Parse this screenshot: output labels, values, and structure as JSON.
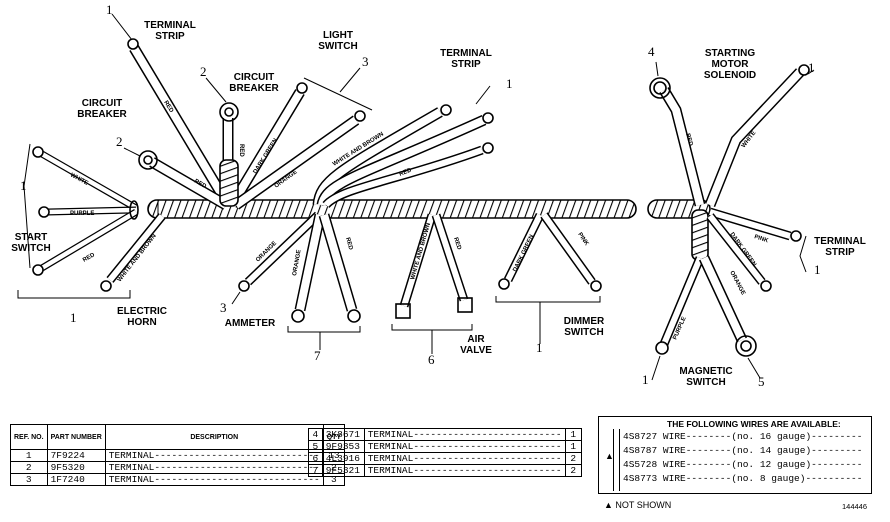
{
  "labels": {
    "terminal_strip_top_left": "TERMINAL\nSTRIP",
    "circuit_breaker_upper": "CIRCUIT\nBREAKER",
    "circuit_breaker_left": "CIRCUIT\nBREAKER",
    "light_switch": "LIGHT\nSWITCH",
    "terminal_strip_top_center": "TERMINAL\nSTRIP",
    "start_switch": "START\nSWITCH",
    "electric_horn": "ELECTRIC\nHORN",
    "ammeter": "AMMETER",
    "air_valve": "AIR\nVALVE",
    "dimmer_switch": "DIMMER\nSWITCH",
    "starting_motor_solenoid": "STARTING\nMOTOR\nSOLENOID",
    "terminal_strip_right": "TERMINAL\nSTRIP",
    "magnetic_switch": "MAGNETIC\nSWITCH"
  },
  "wire_colors": {
    "red": "RED",
    "white": "WHITE",
    "purple": "PURPLE",
    "white_and_brown": "WHITE AND BROWN",
    "dark_green": "DARK GREEN",
    "orange": "ORANGE",
    "pink": "PINK"
  },
  "ref_numbers": [
    "1",
    "2",
    "3",
    "4",
    "5",
    "6",
    "7"
  ],
  "parts_table_1": {
    "headers": [
      "REF. NO.",
      "PART NUMBER",
      "DESCRIPTION",
      "QTY"
    ],
    "rows": [
      {
        "ref": "1",
        "part": "7F9224",
        "desc": "TERMINAL-----------------------------",
        "qty": "13"
      },
      {
        "ref": "2",
        "part": "9F5320",
        "desc": "TERMINAL-----------------------------",
        "qty": "2"
      },
      {
        "ref": "3",
        "part": "1F7240",
        "desc": "TERMINAL-----------------------------",
        "qty": "3"
      }
    ]
  },
  "parts_table_2": {
    "rows": [
      {
        "ref": "4",
        "part": "3K8671",
        "desc": "TERMINAL--------------------------",
        "qty": "1"
      },
      {
        "ref": "5",
        "part": "9F9353",
        "desc": "TERMINAL--------------------------",
        "qty": "1"
      },
      {
        "ref": "6",
        "part": "4L3916",
        "desc": "TERMINAL--------------------------",
        "qty": "2"
      },
      {
        "ref": "7",
        "part": "9F5321",
        "desc": "TERMINAL--------------------------",
        "qty": "2"
      }
    ]
  },
  "wires_box": {
    "title": "THE FOLLOWING WIRES ARE AVAILABLE:",
    "marker": "▲",
    "rows": [
      {
        "part": "4S8727",
        "desc": "WIRE--------(no. 16 gauge)---------"
      },
      {
        "part": "4S8787",
        "desc": "WIRE--------(no. 14 gauge)---------"
      },
      {
        "part": "4S5728",
        "desc": "WIRE--------(no. 12 gauge)---------"
      },
      {
        "part": "4S8773",
        "desc": "WIRE--------(no. 8 gauge)----------"
      }
    ]
  },
  "footnote": "▲ NOT SHOWN",
  "figure_number": "144446"
}
